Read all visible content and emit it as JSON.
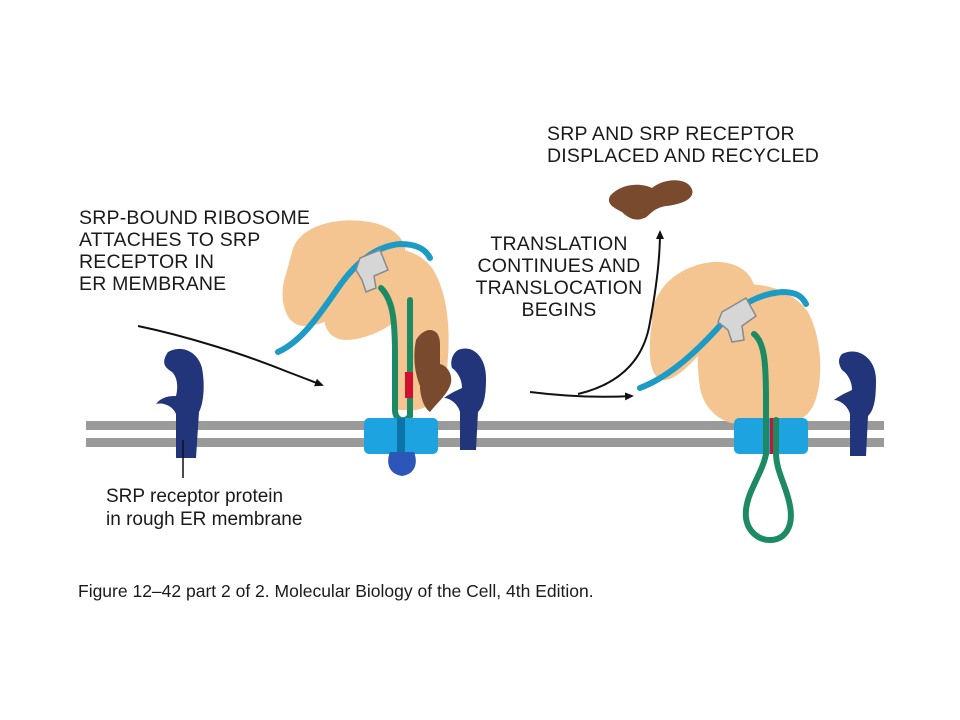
{
  "labels": {
    "srp_bound": "SRP-BOUND RIBOSOME\nATTACHES TO SRP\nRECEPTOR IN\nER MEMBRANE",
    "translation": "TRANSLATION\nCONTINUES AND\nTRANSLOCATION\nBEGINS",
    "displaced": "SRP AND SRP RECEPTOR\nDISPLACED AND RECYCLED",
    "receptor": "SRP receptor protein\nin rough ER membrane"
  },
  "caption": "Figure 12–42 part 2 of 2. Molecular Biology of the Cell, 4th Edition.",
  "colors": {
    "ribosome": "#f5c591",
    "mrna": "#1e9bc4",
    "peptide": "#1e8a64",
    "srp": "#7a4a2e",
    "receptor": "#22357a",
    "translocon": "#1da4e0",
    "signal": "#d0102e",
    "membrane": "#9a9a9a"
  }
}
